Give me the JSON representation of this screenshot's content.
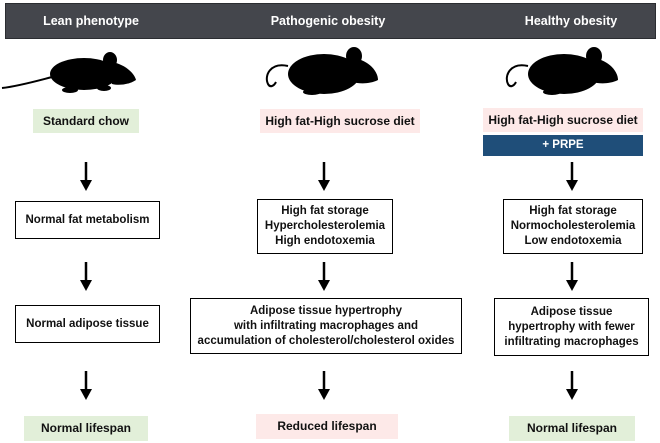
{
  "header": {
    "lean_title": "Lean phenotype",
    "pathogenic_title": "Pathogenic obesity",
    "healthy_title": "Healthy obesity"
  },
  "lean": {
    "diet": "Standard chow",
    "metabolism": [
      "Normal fat metabolism"
    ],
    "adipose": [
      "Normal adipose tissue"
    ],
    "lifespan": "Normal lifespan"
  },
  "pathogenic": {
    "diet": "High fat-High sucrose diet",
    "metabolism": [
      "High fat storage",
      "Hypercholesterolemia",
      "High endotoxemia"
    ],
    "adipose": [
      "Adipose tissue hypertrophy",
      "with infiltrating macrophages and",
      "accumulation of cholesterol/cholesterol oxides"
    ],
    "lifespan": "Reduced lifespan"
  },
  "healthy": {
    "diet": "High fat-High sucrose diet",
    "supplement": "+ PRPE",
    "metabolism": [
      "High fat storage",
      "Normocholesterolemia",
      "Low endotoxemia"
    ],
    "adipose": [
      "Adipose tissue",
      "hypertrophy with fewer",
      "infiltrating macrophages"
    ],
    "lifespan": "Normal lifespan"
  },
  "colors": {
    "header_bg": "#44464c",
    "green_tag": "#e2efd9",
    "pink_tag": "#fde9e8",
    "prpe_tag": "#1f4e79"
  }
}
